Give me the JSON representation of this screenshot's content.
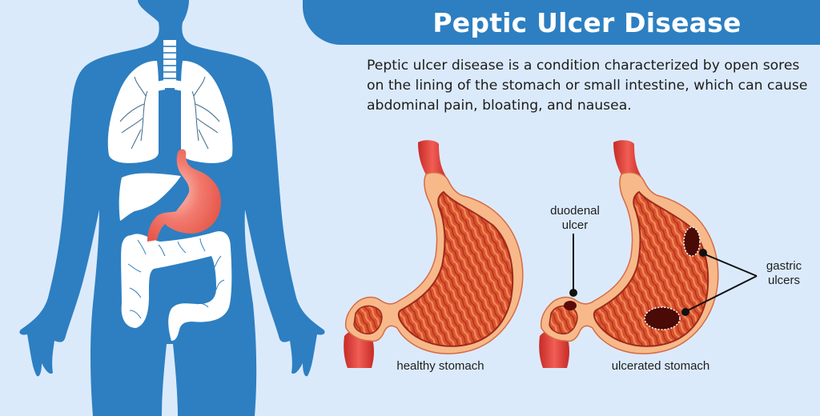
{
  "header": {
    "title": "Peptic Ulcer Disease"
  },
  "description": {
    "text": "Peptic ulcer disease is a condition characterized by open sores on the lining of the stomach or small intestine, which can cause abdominal pain, bloating, and nausea."
  },
  "body_illustration": {
    "organs": [
      "lungs",
      "trachea",
      "liver",
      "stomach",
      "large-intestine"
    ],
    "highlighted_organ": "stomach"
  },
  "stomachs": [
    {
      "label": "healthy stomach"
    },
    {
      "label": "ulcerated stomach"
    }
  ],
  "annotations": {
    "duodenal": "duodenal\nulcer",
    "duodenal_line1": "duodenal",
    "duodenal_line2": "ulcer",
    "gastric_line1": "gastric",
    "gastric_line2": "ulcers"
  },
  "colors": {
    "background": "#dbeafb",
    "brand_blue": "#2d7fc1",
    "stomach_red": "#d9432b",
    "stomach_highlight": "#f2756c",
    "organ_white": "#ffffff",
    "text_dark": "#1c1c1c"
  }
}
